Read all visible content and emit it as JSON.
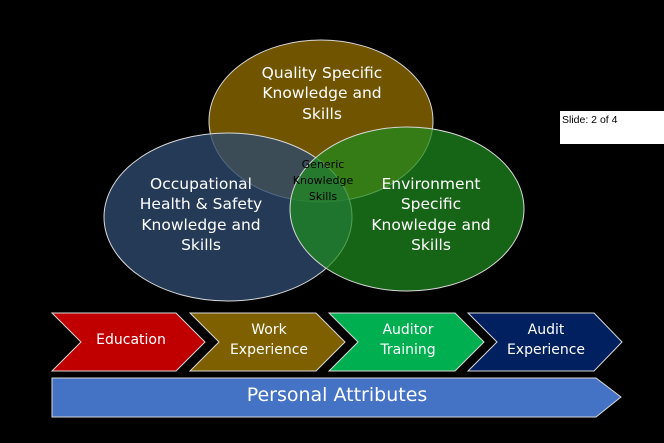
{
  "slide_indicator": "Slide: 2 of 4",
  "venn": {
    "top": {
      "line1": "Quality Specific",
      "line2": "Knowledge and",
      "line3": "Skills",
      "color": "#7F6000"
    },
    "left": {
      "line1": "Occupational",
      "line2": "Health & Safety",
      "line3": "Knowledge and",
      "line4": "Skills",
      "color": "#1F3864"
    },
    "right": {
      "line1": "Environment",
      "line2": "Specific",
      "line3": "Knowledge and",
      "line4": "Skills",
      "color": "#1E7B1E"
    },
    "center": {
      "line1": "Generic",
      "line2": "Knowledge",
      "line3": "Skills"
    }
  },
  "chevrons": [
    {
      "line1": "Education",
      "line2": "",
      "color": "#C00000"
    },
    {
      "line1": "Work",
      "line2": "Experience",
      "color": "#7F6000"
    },
    {
      "line1": "Auditor",
      "line2": "Training",
      "color": "#00B050"
    },
    {
      "line1": "Audit",
      "line2": "Experience",
      "color": "#002060"
    }
  ],
  "footer": {
    "label": "Personal Attributes",
    "color": "#4472C4"
  }
}
